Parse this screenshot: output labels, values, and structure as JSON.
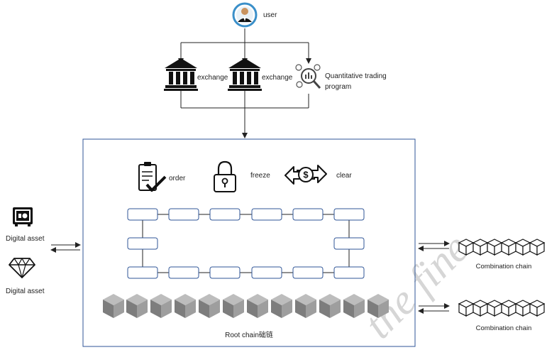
{
  "user": {
    "label": "user"
  },
  "exchanges": [
    {
      "label": "exchange"
    },
    {
      "label": "exchange"
    }
  ],
  "quant": {
    "line1": "Quantitative trading",
    "line2": "program"
  },
  "actions": {
    "order": "order",
    "freeze": "freeze",
    "clear": "clear"
  },
  "left": {
    "asset1": "Digital asset",
    "asset2": "Digital asset"
  },
  "right": {
    "chain1": "Combination chain",
    "chain2": "Combination chain"
  },
  "root": {
    "label": "Root chain础链"
  },
  "watermark": {
    "text": "the fine"
  },
  "colors": {
    "node_stroke": "#2f5597",
    "frame_stroke": "#2f5597",
    "cube_fill": "#8c8c8c"
  }
}
